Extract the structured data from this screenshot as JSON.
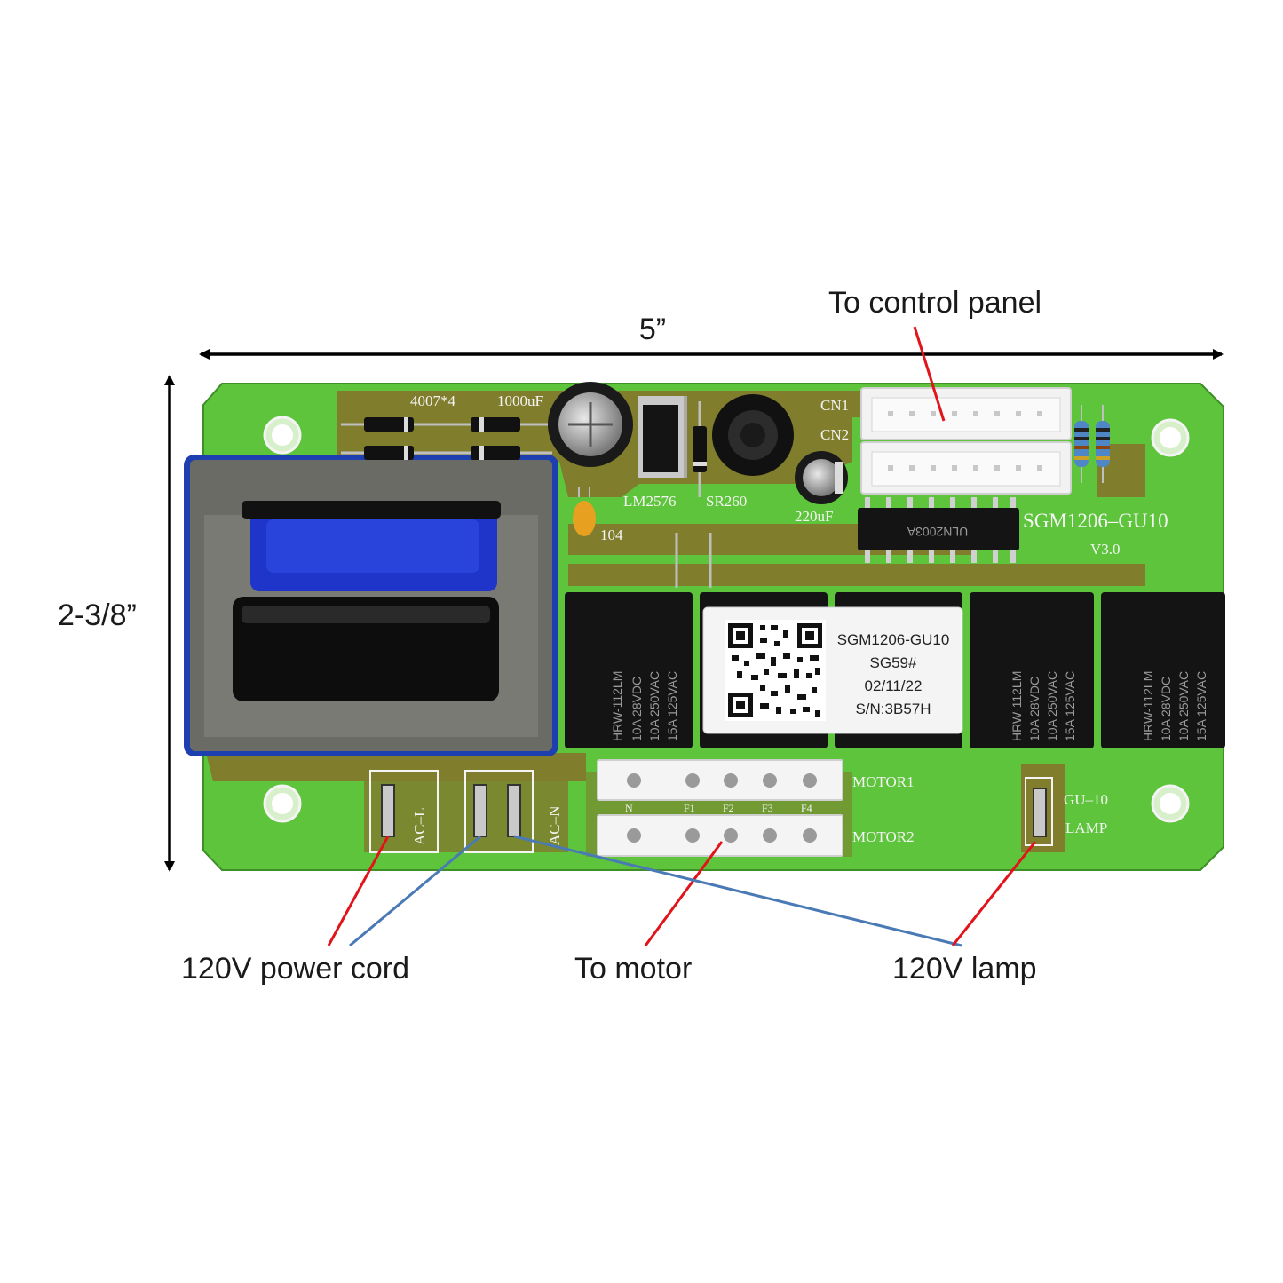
{
  "dimensions": {
    "width_label": "5”",
    "height_label": "2-3/8”"
  },
  "callouts": {
    "control_panel": "To control panel",
    "power_cord": "120V power cord",
    "motor": "To motor",
    "lamp": "120V lamp"
  },
  "colors": {
    "pcb_green": "#5ec43c",
    "trace_brown": "#8a6a2a",
    "leader_red": "#e0141a",
    "leader_blue": "#4a7ab5",
    "coil_blue": "#1e3fb0"
  },
  "board": {
    "diodes_label": "4007*4",
    "cap_large_label": "1000uF",
    "regulator_label": "LM2576",
    "schottky_label": "SR260",
    "cap_small_label": "220uF",
    "ceramic_label": "104",
    "connector_cn1": "CN1",
    "connector_cn2": "CN2",
    "model_label": "SGM1206–GU10",
    "version_label": "V3.0",
    "ic_label": "ULN2003A",
    "motor1_label": "MOTOR1",
    "motor2_label": "MOTOR2",
    "pin_labels": [
      "N",
      "F1",
      "F2",
      "F3",
      "F4"
    ],
    "ac_l_label": "AC–L",
    "ac_n_label": "AC–N",
    "lamp_label_line1": "GU–10",
    "lamp_label_line2": "LAMP"
  },
  "sticker": {
    "line1": "SGM1206-GU10",
    "line2": "SG59#",
    "line3": "02/11/22",
    "line4": "S/N:3B57H"
  },
  "relays": {
    "model": "HRW-112LM",
    "rating1": "10A 28VDC",
    "rating2": "10A 250VAC",
    "rating3": "15A 125VAC"
  }
}
